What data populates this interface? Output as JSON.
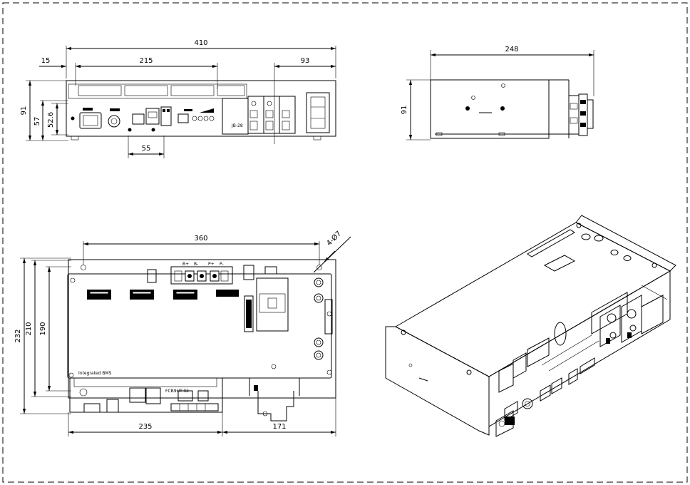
{
  "front_view": {
    "dims": {
      "overall_width": "410",
      "left_offset": "15",
      "mid_width": "215",
      "right_width": "93",
      "height_overall": "91",
      "height_inner": "57",
      "height_other": "52.6",
      "gap": "55"
    },
    "panel_text": {
      "breaker_label": "JB-28"
    }
  },
  "side_view": {
    "dims": {
      "depth": "248",
      "height": "91"
    }
  },
  "top_view": {
    "dims": {
      "hole_spacing": "360",
      "hole_diameter": "4-Ø7",
      "h_232": "232",
      "h_210": "210",
      "h_190": "190",
      "bottom_left": "235",
      "bottom_right": "171"
    },
    "terminals": [
      "B+",
      "B-",
      "P+",
      "P-"
    ],
    "board_label": "Integrated BMS",
    "connector_label": "FCB9HT-02"
  }
}
